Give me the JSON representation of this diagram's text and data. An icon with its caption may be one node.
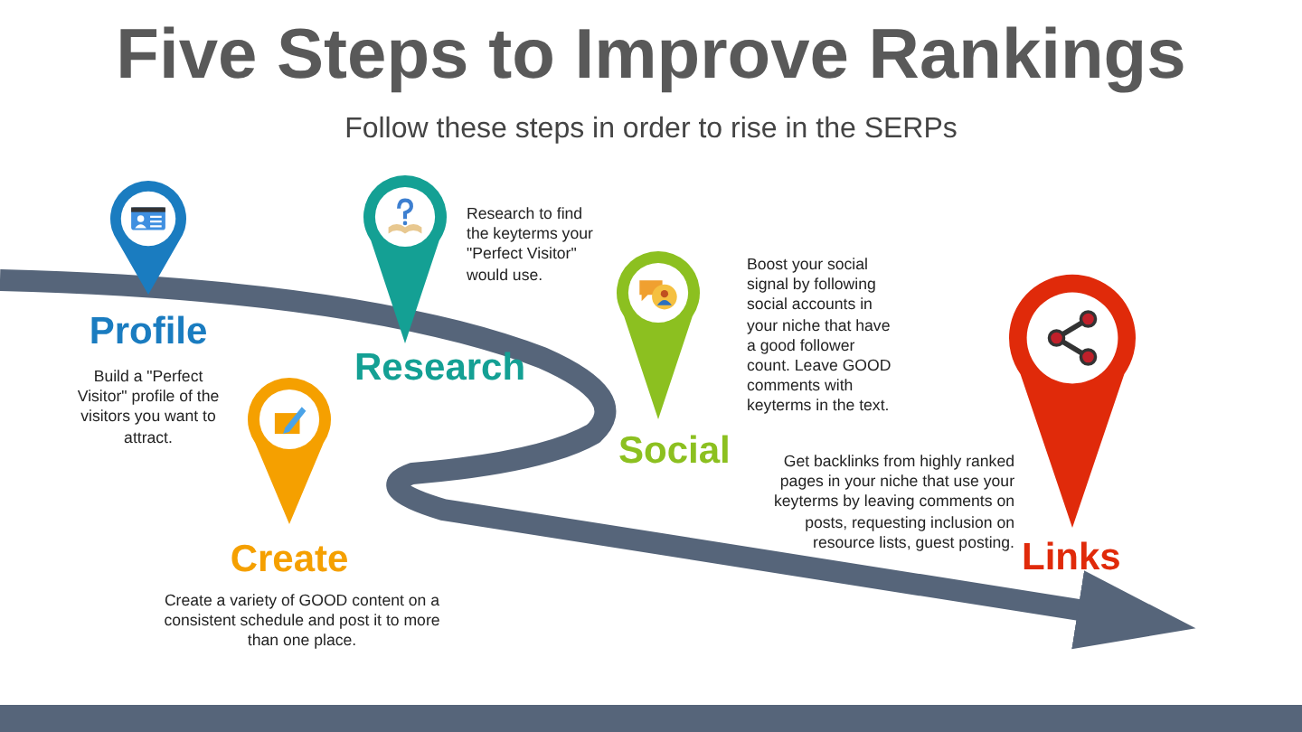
{
  "diagram": {
    "title": "Five Steps to Improve Rankings",
    "nodes": [
      {
        "text": [
          "Profile",
          "Build a \"Perfect Visitor\" profile of the visitors you want to attract."
        ]
      },
      {
        "text": [
          "Create",
          "Create a variety of GOOD content on a consistent schedule and post it to more than one place."
        ]
      },
      {
        "text": [
          "Research to find the keyterms your \"Perfect Visitor\" would use.",
          "Research"
        ]
      },
      {
        "text": [
          "Social",
          "Boost your social signal by following social accounts in your niche that have a good follower count. Leave GOOD comments with keyterms in the text."
        ]
      },
      {
        "text": [
          "Get backlinks from highly ranked pages in your niche that use your keyterms by leaving comments on posts, requesting inclusion on resource lists, guest posting.",
          "Links"
        ]
      }
    ],
    "labels": [
      "Follow these steps in order to rise in the SERPs"
    ]
  }
}
